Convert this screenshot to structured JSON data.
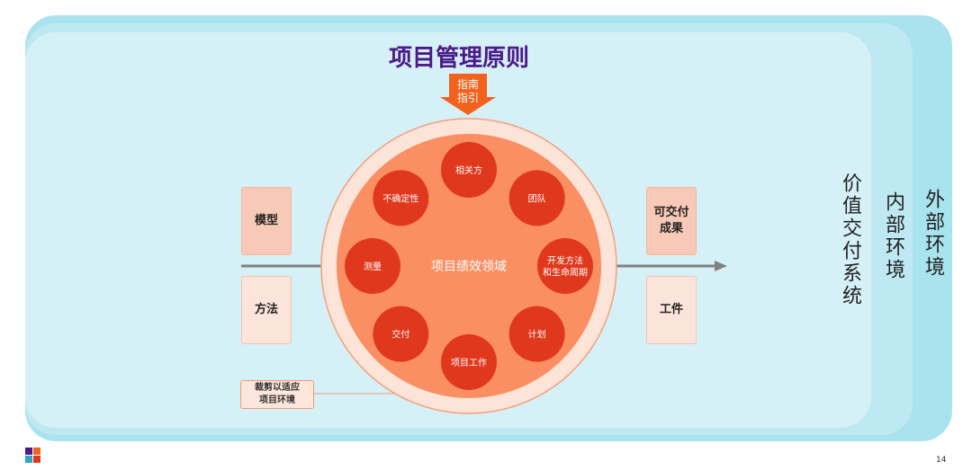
{
  "title": "项目管理原则",
  "guide": {
    "line1": "指南",
    "line2": "指引"
  },
  "environments": {
    "outer": "外部环境",
    "middle": "内部环境",
    "inner": "价值交付系统"
  },
  "inputs": {
    "model": "模型",
    "method": "方法"
  },
  "outputs": {
    "deliverable_line1": "可交付",
    "deliverable_line2": "成果",
    "artifact": "工件"
  },
  "center": {
    "label": "项目绩效领域"
  },
  "domains": [
    "相关方",
    "团队",
    "开发方法\n和生命周期",
    "计划",
    "项目工作",
    "交付",
    "测量",
    "不确定性"
  ],
  "tailoring": {
    "line1": "裁剪以适应",
    "line2": "项目环境"
  },
  "page_number": "14",
  "colors": {
    "title": "#4b1a88",
    "node": "#e0381d",
    "circle_inner": "#f98f62",
    "circle_outer": "#fde4d8",
    "guide_arrow": "#f2621d",
    "panel_outer": "#a9e3ee",
    "panel_inner": "#d5f1f7"
  }
}
